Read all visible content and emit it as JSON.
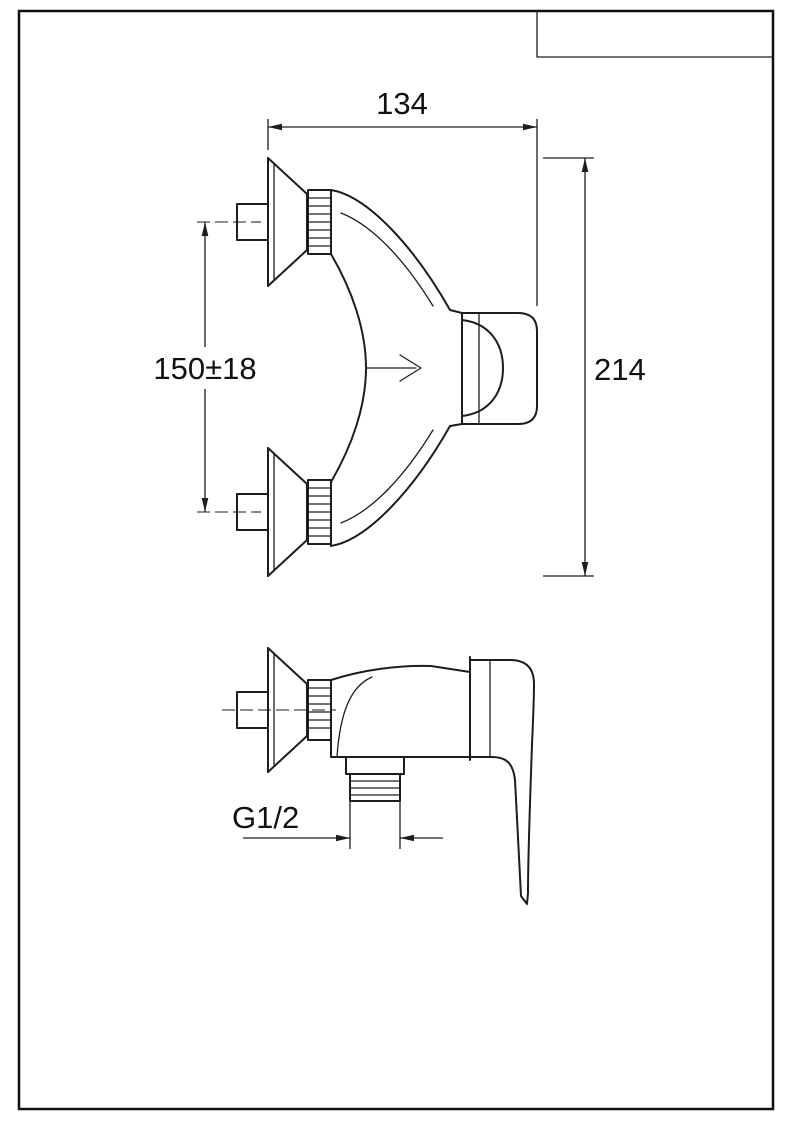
{
  "sheet": {
    "background": "#ffffff",
    "line_color": "#1d1d1d"
  },
  "dimensions": {
    "overall_width": "134",
    "overall_height": "214",
    "inlet_spacing": "150±18",
    "outlet_thread": "G1/2"
  }
}
